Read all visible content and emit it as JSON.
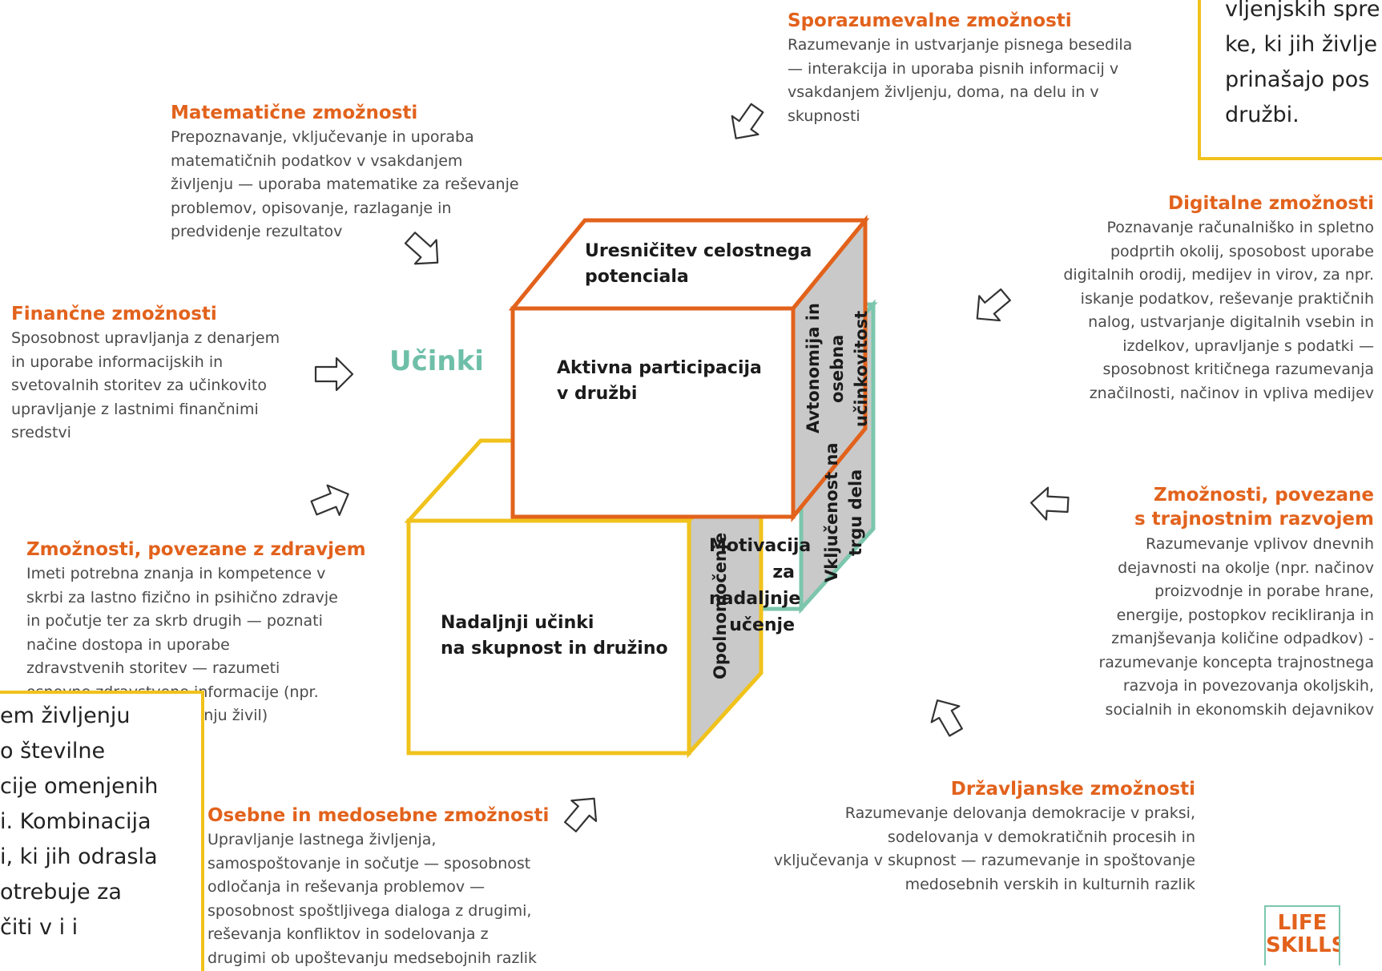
{
  "center_label": "Učinki",
  "cube": {
    "top_face": "Uresničitev celostnega\npotenciala",
    "front_face": "Aktivna participacija\nv družbi",
    "side_face": "Avtonomija in\nosebna učinkovitost",
    "lower_front": "Nadaljnji učinki\nna skupnost in družino",
    "lower_side": "Opolnomočenje",
    "right_front": "Motivacija\nza\nnadaljnje\nučenje",
    "right_side": "Vključenost na\ntrgu dela"
  },
  "blocks": {
    "sporazumevalne": {
      "title": "Sporazumevalne zmožnosti",
      "body": "Razumevanje in ustvarjanje pisnega besedila\n— interakcija in uporaba pisnih informacij v\nvsakdanjem življenju, doma, na delu in v\nskupnosti"
    },
    "matematicne": {
      "title": "Matematične zmožnosti",
      "body": "Prepoznavanje, vključevanje in uporaba\nmatematičnih podatkov v vsakdanjem\nživljenju — uporaba matematike za reševanje\nproblemov, opisovanje, razlaganje in\npredvidenje rezultatov"
    },
    "financne": {
      "title": "Finančne zmožnosti",
      "body": "Sposobnost upravljanja z denarjem\nin uporabe informacijskih in\nsvetovalnih storitev za učinkovito\nupravljanje z lastnimi finančnimi\nsredstvi"
    },
    "zdravje": {
      "title": "Zmožnosti, povezane z zdravjem",
      "body": "Imeti potrebna znanja in kompetence v\nskrbi za lastno fizično in psihično zdravje\nin počutje ter za skrb drugih — poznati\nnačine dostopa in uporabe\nzdravstvenih storitev — razumeti\nosnovne zdravstvene informacije (npr.\no zdravilih, o shranjevanju živil)"
    },
    "osebne": {
      "title": "Osebne in medosebne zmožnosti",
      "body": "Upravljanje lastnega življenja,\nsamospoštovanje in sočutje — sposobnost\nodločanja in reševanja problemov —\nsposobnost spoštljivega dialoga z drugimi,\nreševanja konfliktov in sodelovanja z\ndrugimi ob upoštevanju medsebojnih razlik"
    },
    "digitalne": {
      "title": "Digitalne zmožnosti",
      "body": "Poznavanje računalniško in spletno\npodprtih okolij, sposobost uporabe\ndigitalnih orodij, medijev in virov, za npr.\niskanje podatkov, reševanje praktičnih\nnalog, ustvarjanje digitalnih vsebin in\nizdelkov, upravljanje s podatki —\nsposobnost kritičnega razumevanja\nznačilnosti, načinov in vpliva medijev"
    },
    "trajnostni": {
      "title": "Zmožnosti, povezane\ns trajnostnim razvojem",
      "body": "Razumevanje vplivov dnevnih\ndejavnosti na okolje (npr. načinov\nproizvodnje in porabe hrane,\nenergije, postopkov recikliranja in\nzmanjševanja količine odpadkov) -\nrazumevanje koncepta trajnostnega\nrazvoja in povezovanja okoljskih,\nsocialnih in ekonomskih dejavnikov"
    },
    "drzavljanske": {
      "title": "Državljanske zmožnosti",
      "body": "Razumevanje delovanja demokracije v praksi,\nsodelovanja v demokratičnih procesih in\nvključevanja v skupnost — razumevanje in spoštovanje\nmedosebnih verskih in kulturnih razlik"
    }
  },
  "overlays": {
    "top_right": "vljenjskih spre\nke, ki jih življe\nprinašajo pos\ndružbi.",
    "bottom_left": "em življenju\no številne\ncije omenjenih\ni. Kombinacija\ni, ki jih odrasla\notrebuje za\nčiti v i i"
  },
  "logo": {
    "line1": "LIFE",
    "line2": "SKILLS"
  },
  "colors": {
    "orange": "#e2621c",
    "yellow": "#f0c21c",
    "teal": "#7cc6ad",
    "grey_face": "#c7c7c7",
    "text": "#4a4a4a"
  }
}
